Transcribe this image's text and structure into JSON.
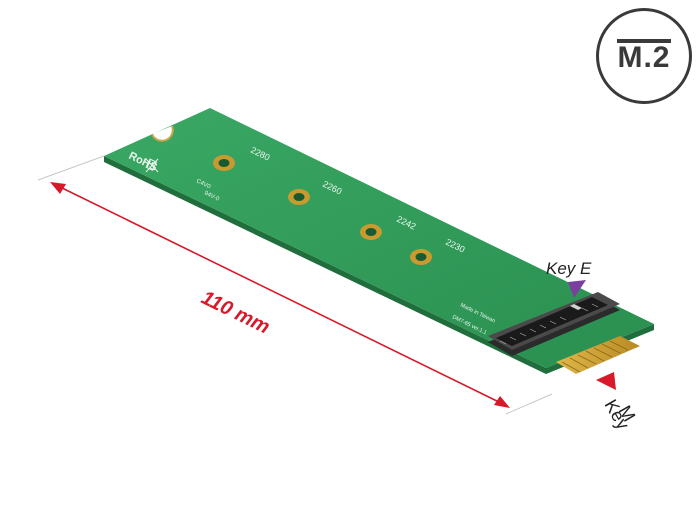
{
  "badge": {
    "label": "M.2"
  },
  "dimension": {
    "label": "110 mm",
    "color": "#d7192a"
  },
  "keys": {
    "key_e": "Key E",
    "key_m_line1": "Key",
    "key_m_line2": "M",
    "key_e_marker_color": "#7a3fa0",
    "key_m_marker_color": "#d7192a"
  },
  "board": {
    "pcb_color": "#2f9a57",
    "rohs": "RoHS",
    "sizes": [
      "2280",
      "2260",
      "2242",
      "2230"
    ],
    "code1": "C4V0",
    "code2": "94V-0",
    "made_in": "Made in Taiwan",
    "revision": "DM7-65 ver.1.1"
  }
}
